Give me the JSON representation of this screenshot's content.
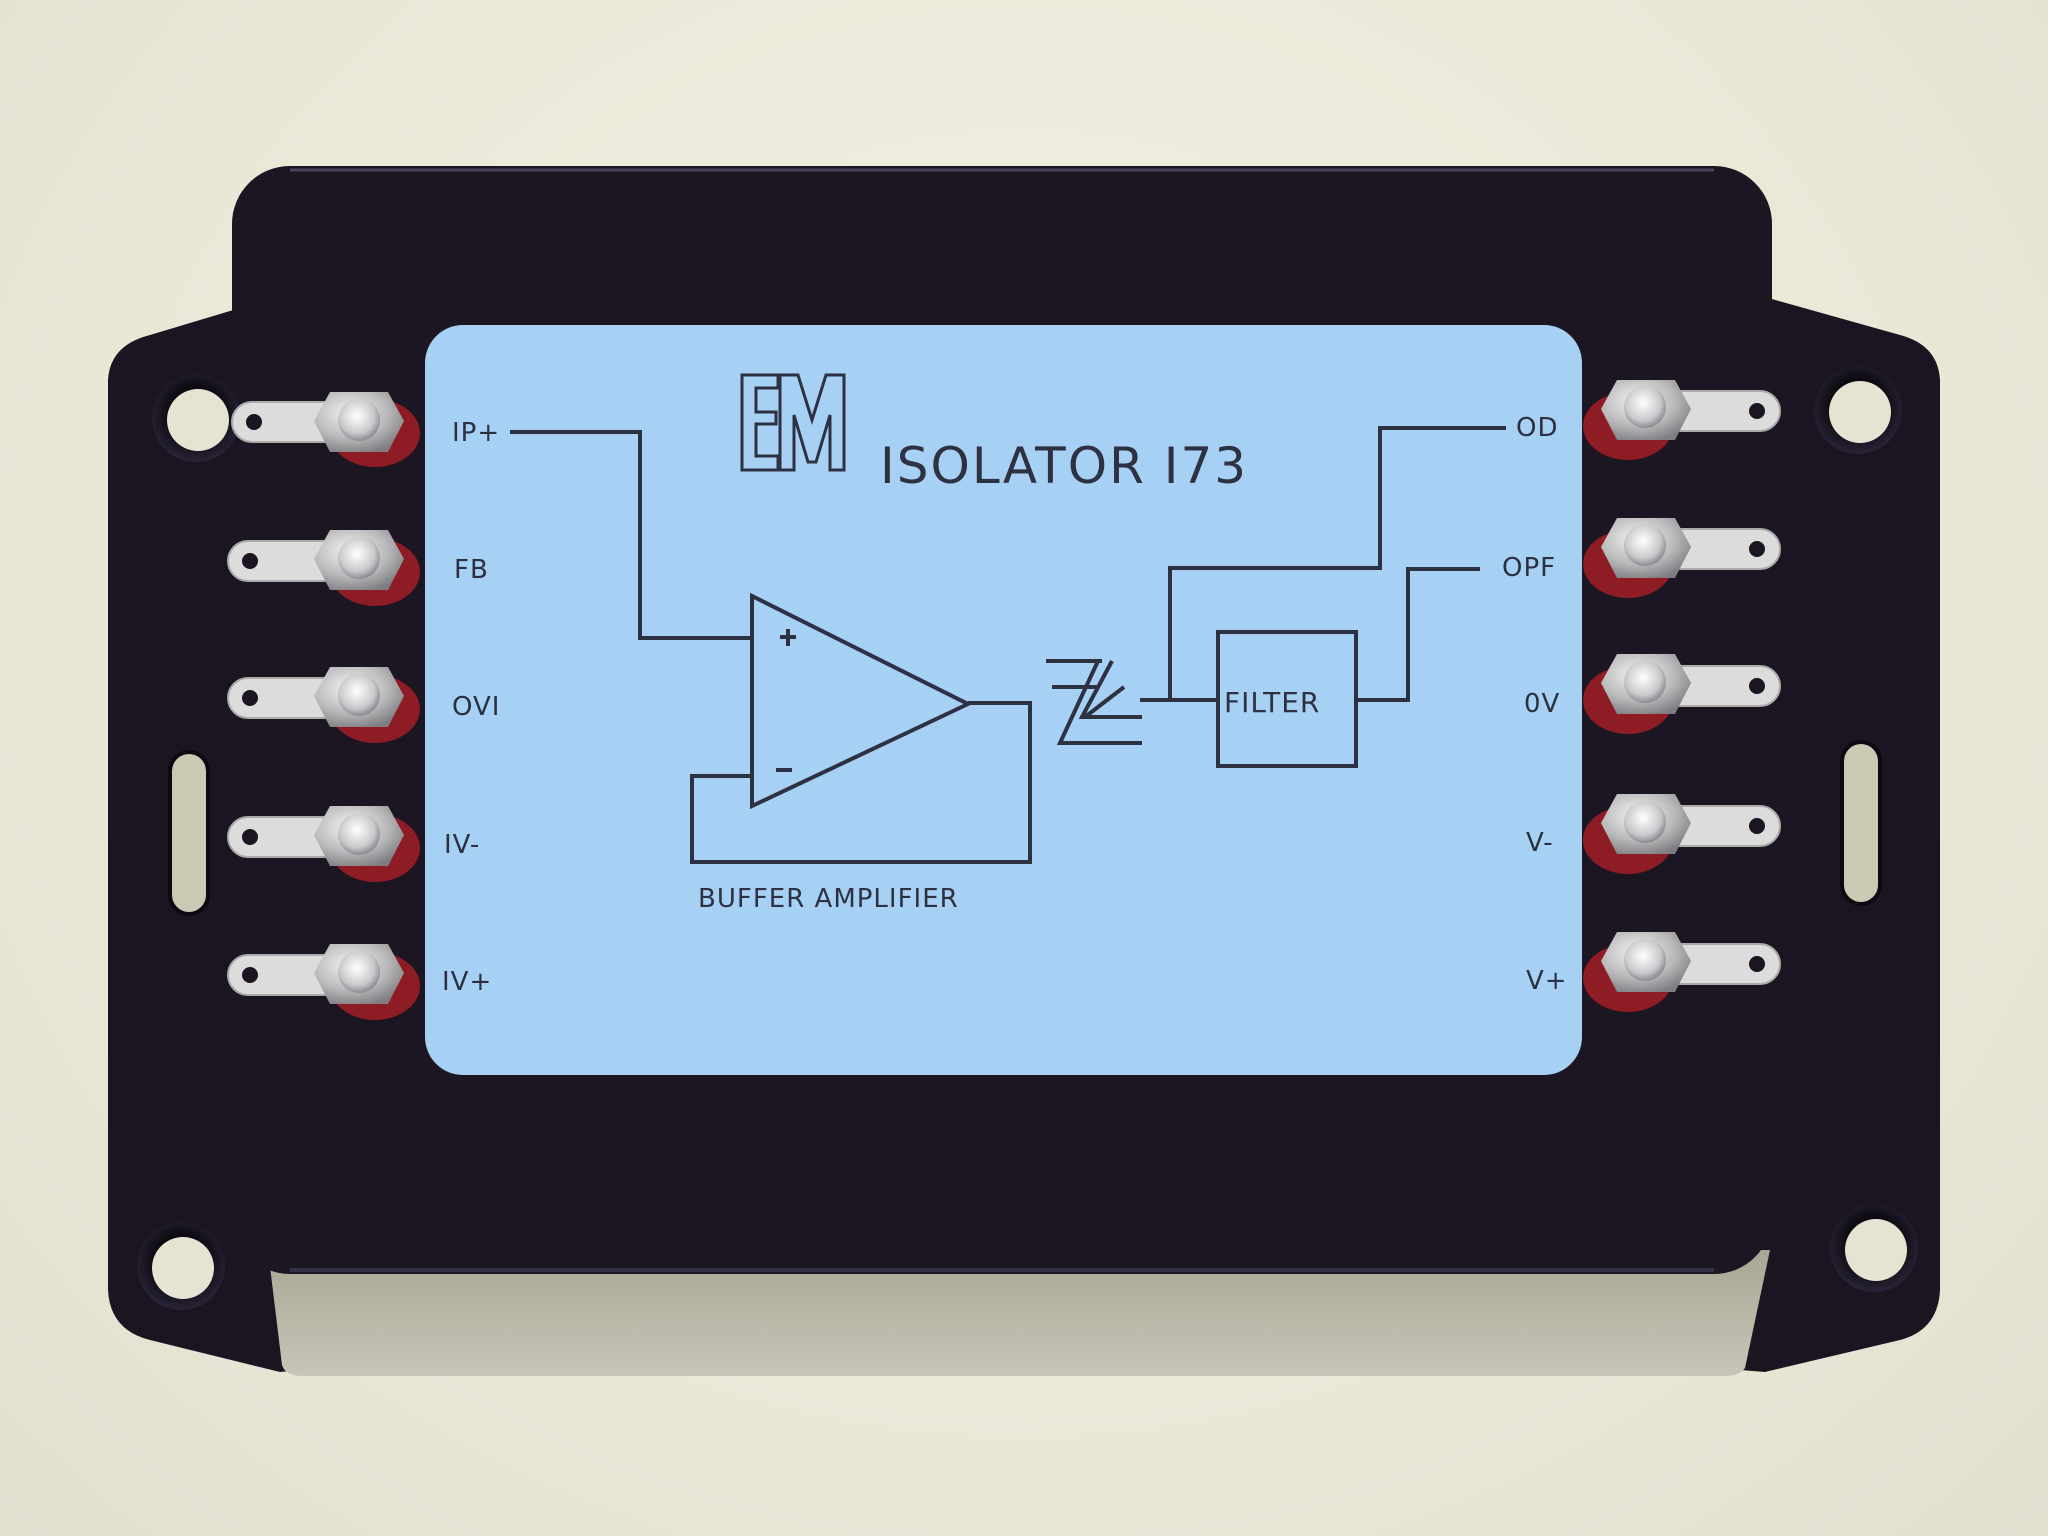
{
  "device": {
    "brand_logo": "EM",
    "title": "ISOLATOR I73",
    "label_color": "#a6d0f4",
    "enclosure_color": "#1c1623",
    "background_color": "#ece9d9",
    "terminal_insulator_color": "#8e1c24"
  },
  "diagram": {
    "amplifier_label": "BUFFER AMPLIFIER",
    "amp_plus": "+",
    "amp_minus": "–",
    "filter_label": "FILTER",
    "isolation_symbol": "Z"
  },
  "left_terminals": [
    {
      "label": "IP+"
    },
    {
      "label": "FB"
    },
    {
      "label": "OVI"
    },
    {
      "label": "IV-"
    },
    {
      "label": "IV+"
    }
  ],
  "right_terminals": [
    {
      "label": "OD"
    },
    {
      "label": "OPF"
    },
    {
      "label": "0V"
    },
    {
      "label": "V-"
    },
    {
      "label": "V+"
    }
  ]
}
